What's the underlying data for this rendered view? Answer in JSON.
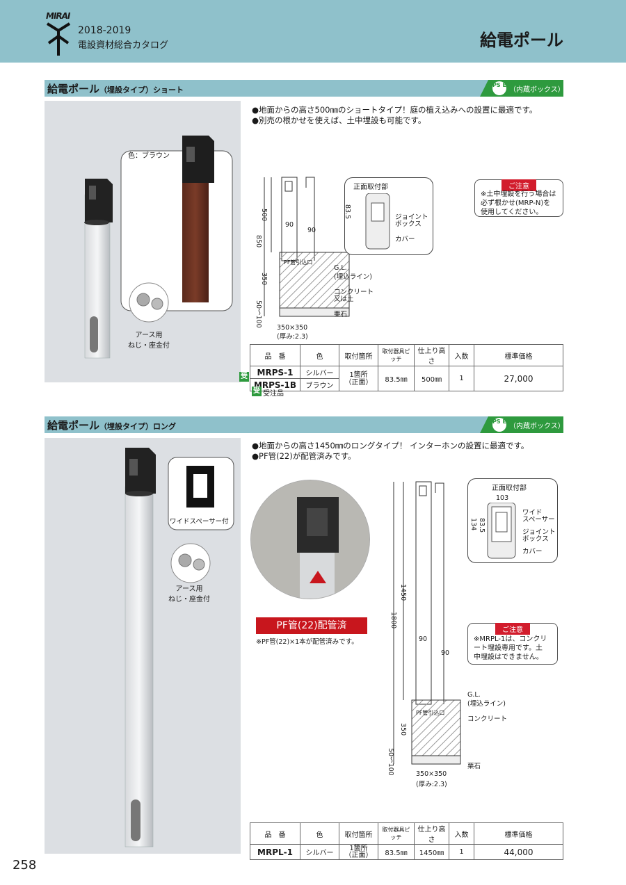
{
  "header": {
    "logo": "MIRAI",
    "year": "2018-2019",
    "catalog": "電設資材総合カタログ",
    "title": "給電ポール"
  },
  "section1": {
    "title_main": "給電ポール",
    "title_type": "（埋設タイプ）",
    "title_suffix": "ショート",
    "pse_mark": "PS E",
    "pse_label": "（内蔵ボックス）",
    "bullets": [
      "●地面からの高さ500㎜のショートタイプ！庭の植え込みへの設置に最適です。",
      "●別売の根かせを使えば、土中埋設も可能です。"
    ],
    "color_label": "色：ブラウン",
    "screw_label": [
      "アース用",
      "ねじ・座金付"
    ],
    "front_title": "正面取付部",
    "front_labels": [
      "ジョイント",
      "ボックス",
      "カバー"
    ],
    "dims": [
      "500",
      "850",
      "350",
      "50～100",
      "90",
      "90",
      "83.5",
      "350×350",
      "(厚み:2.3)"
    ],
    "ground_labels": [
      "G.L.",
      "(埋込ライン)",
      "コンクリート",
      "又は土",
      "栗石",
      "PF管引込口"
    ],
    "note_head": "ご注意",
    "note_lines": [
      "※土中埋設を行う場合は",
      "必ず根かせ(MRP-N)を",
      "使用してください。"
    ],
    "table_headers": [
      "品　番",
      "色",
      "取付箇所",
      "取付器具ピッチ",
      "仕上り高さ",
      "入数",
      "標準価格"
    ],
    "rows": [
      {
        "code": "MRPS-1",
        "color": "シルバー"
      },
      {
        "code": "MRPS-1B",
        "color": "ブラウン"
      }
    ],
    "shared": {
      "place": "1箇所",
      "place2": "（正面）",
      "pitch": "83.5㎜",
      "height": "500㎜",
      "qty": "1",
      "price": "27,000"
    },
    "order_badge": "受",
    "order_note": "受注品"
  },
  "section2": {
    "title_main": "給電ポール",
    "title_type": "（埋設タイプ）",
    "title_suffix": "ロング",
    "pse_mark": "PS E",
    "pse_label": "（内蔵ボックス）",
    "bullets": [
      "●地面からの高さ1450㎜のロングタイプ！ インターホンの設置に最適です。",
      "●PF管(22)が配管済みです。"
    ],
    "spacer_label": "ワイドスペーサー付",
    "screw_label": [
      "アース用",
      "ねじ・座金付"
    ],
    "pf_banner": "PF管(22)配管済",
    "pf_note": "※PF管(22)×1本が配管済みです。",
    "front_title": "正面取付部",
    "front_labels": [
      "ワイド",
      "スペーサー",
      "ジョイント",
      "ボックス",
      "カバー"
    ],
    "dims": [
      "103",
      "134",
      "83.5",
      "1800",
      "1450",
      "350",
      "50～100",
      "90",
      "90",
      "350×350",
      "(厚み:2.3)"
    ],
    "ground_labels": [
      "G.L.",
      "(埋込ライン)",
      "コンクリート",
      "栗石",
      "PF管引込口"
    ],
    "note_head": "ご注意",
    "note_lines": [
      "※MRPL-1は、コンクリ",
      "ート埋設専用です。土",
      "中埋設はできません。"
    ],
    "table_headers": [
      "品　番",
      "色",
      "取付箇所",
      "取付器具ピッチ",
      "仕上り高さ",
      "入数",
      "標準価格"
    ],
    "row": {
      "code": "MRPL-1",
      "color": "シルバー",
      "place": "1箇所",
      "place2": "（正面）",
      "pitch": "83.5㎜",
      "height": "1450㎜",
      "qty": "1",
      "price": "44,000"
    }
  },
  "page_number": "258"
}
